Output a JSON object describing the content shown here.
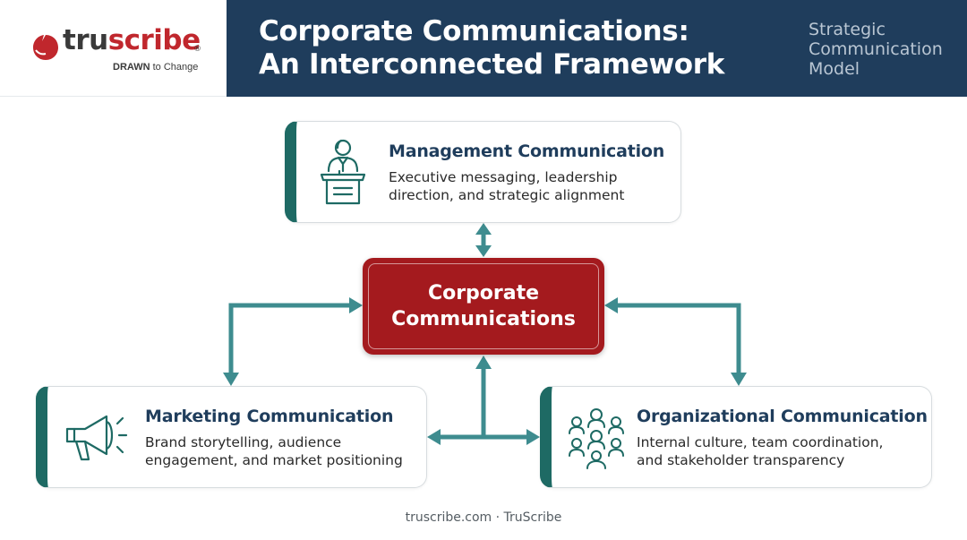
{
  "logo": {
    "wordmark_part1": "tru",
    "wordmark_part2": "scribe",
    "registered": "®",
    "tagline_bold": "DRAWN",
    "tagline_rest": " to Change"
  },
  "header": {
    "title_line1": "Corporate Communications:",
    "title_line2": "An Interconnected Framework",
    "subtitle_line1": "Strategic",
    "subtitle_line2": "Communication",
    "subtitle_line3": "Model"
  },
  "diagram": {
    "center": {
      "line1": "Corporate",
      "line2": "Communications"
    },
    "nodes": [
      {
        "title": "Management Communication",
        "desc_line1": "Executive messaging, leadership",
        "desc_line2": "direction, and strategic alignment",
        "icon": "speaker-podium-icon"
      },
      {
        "title": "Marketing Communication",
        "desc_line1": "Brand storytelling, audience",
        "desc_line2": "engagement, and market positioning",
        "icon": "megaphone-icon"
      },
      {
        "title": "Organizational Communication",
        "desc_line1": "Internal culture, team coordination,",
        "desc_line2": "and stakeholder transparency",
        "icon": "team-group-icon"
      }
    ]
  },
  "footer": {
    "text": "truscribe.com · TruScribe"
  },
  "colors": {
    "header_bg": "#1f3d5c",
    "accent_teal": "#1e6a64",
    "arrow_teal": "#3e8c8f",
    "core_red": "#a41a1e",
    "brand_red": "#c0272d"
  }
}
